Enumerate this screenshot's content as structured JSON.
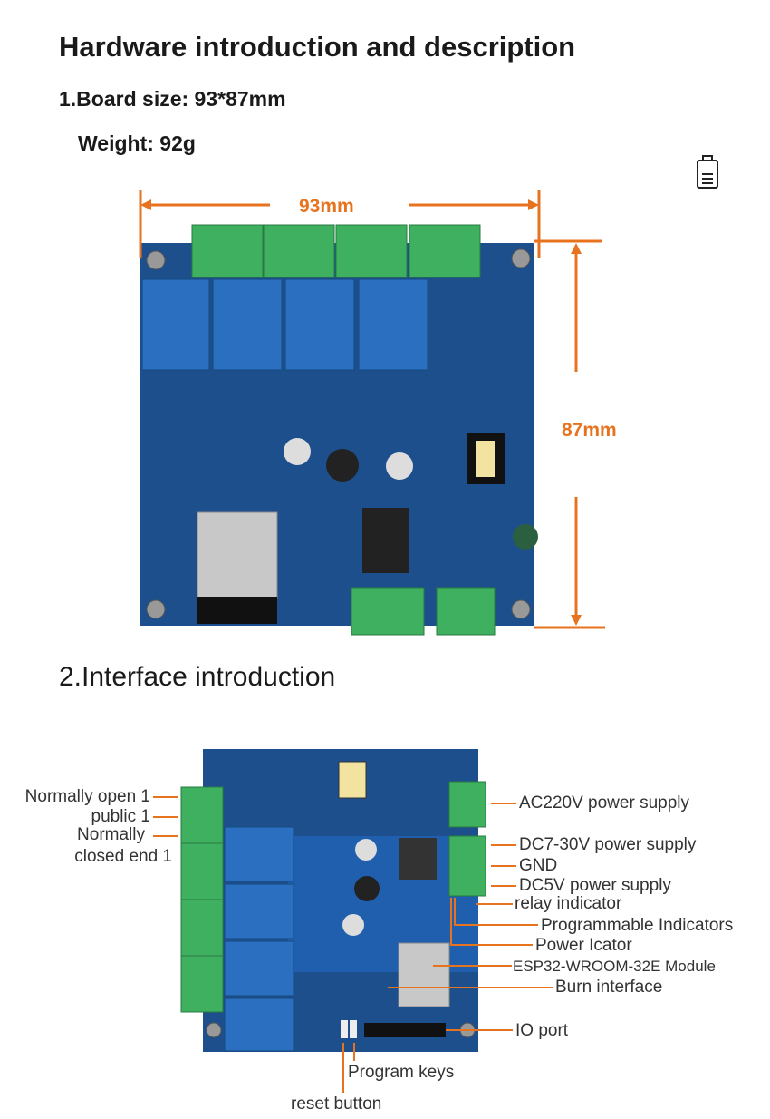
{
  "title": "Hardware introduction and description",
  "board_size": "1.Board size: 93*87mm",
  "weight": "Weight: 92g",
  "dimensions": {
    "width_label": "93mm",
    "height_label": "87mm"
  },
  "interface_title": "2.Interface introduction",
  "icon": "battery-icon",
  "colors": {
    "accent": "#e8731f",
    "pcb": "#1c4f8c",
    "terminal": "#3fb060",
    "relay": "#2a6fc0"
  },
  "labels_left": [
    "Normally open 1",
    "public 1",
    "Normally",
    "closed end 1"
  ],
  "labels_right": [
    "AC220V power supply",
    "DC7-30V power supply",
    "GND",
    "DC5V power supply",
    "relay indicator",
    "Programmable Indicators",
    "Power Icator",
    "ESP32-WROOM-32E Module",
    "Burn interface",
    "IO port"
  ],
  "labels_bottom": [
    "Program keys",
    "reset button"
  ]
}
